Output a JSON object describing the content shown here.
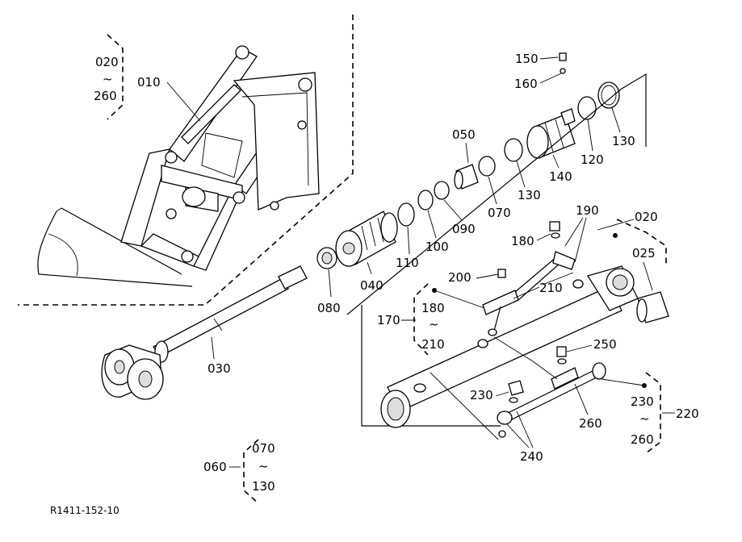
{
  "diagram": {
    "reference_code": "R1411-152-10",
    "callouts": {
      "p010": "010",
      "p020": "020",
      "p025": "025",
      "p030": "030",
      "p040": "040",
      "p050": "050",
      "p060": "060",
      "p070": "070",
      "p080": "080",
      "p090": "090",
      "p100": "100",
      "p110": "110",
      "p120": "120",
      "p130a": "130",
      "p130b": "130",
      "p140": "140",
      "p150": "150",
      "p160": "160",
      "p170": "170",
      "p180a": "180",
      "p180b": "180",
      "p190": "190",
      "p200": "200",
      "p210a": "210",
      "p210b": "210",
      "p220": "220",
      "p230a": "230",
      "p230b": "230",
      "p240": "240",
      "p250": "250",
      "p260a": "260",
      "p260b": "260",
      "p260c": "260"
    },
    "ranges": {
      "top_left": {
        "from": "020",
        "tilde": "~",
        "to": "260"
      },
      "group_060": {
        "from": "070",
        "tilde": "~",
        "to": "130"
      },
      "group_170": {
        "from": "180",
        "tilde": "~",
        "to": "210"
      },
      "group_220": {
        "from": "230",
        "tilde": "~",
        "to": "260"
      }
    }
  }
}
